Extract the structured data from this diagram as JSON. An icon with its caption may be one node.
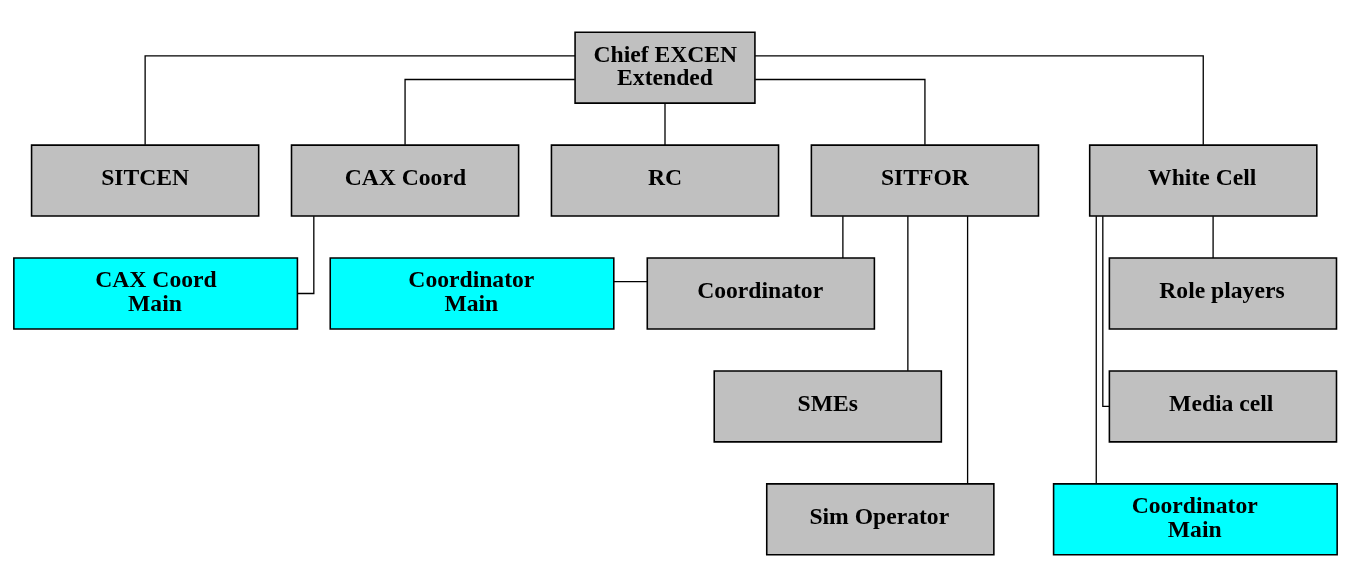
{
  "diagram": {
    "nodes": [
      {
        "text": [
          "Chief EXCEN Extended"
        ]
      },
      {
        "text": [
          "SITCEN"
        ]
      },
      {
        "text": [
          "CAX Coord"
        ]
      },
      {
        "text": [
          "RC"
        ]
      },
      {
        "text": [
          "SITFOR"
        ]
      },
      {
        "text": [
          "White Cell"
        ]
      },
      {
        "text": [
          "CAX Coord Main"
        ]
      },
      {
        "text": [
          "Coordinator Main"
        ]
      },
      {
        "text": [
          "Coordinator"
        ]
      },
      {
        "text": [
          "SMEs"
        ]
      },
      {
        "text": [
          "Sim Operator"
        ]
      },
      {
        "text": [
          "Role players"
        ]
      },
      {
        "text": [
          "Media cell"
        ]
      },
      {
        "text": [
          "Coordinator Main"
        ]
      }
    ],
    "edges": [
      {
        "from": 0,
        "to": 1,
        "arrow": "none"
      },
      {
        "from": 0,
        "to": 2,
        "arrow": "none"
      },
      {
        "from": 0,
        "to": 3,
        "arrow": "none"
      },
      {
        "from": 0,
        "to": 4,
        "arrow": "none"
      },
      {
        "from": 0,
        "to": 5,
        "arrow": "none"
      },
      {
        "from": 2,
        "to": 6,
        "arrow": "none"
      },
      {
        "from": 7,
        "to": 8,
        "arrow": "none"
      },
      {
        "from": 4,
        "to": 8,
        "arrow": "none"
      },
      {
        "from": 4,
        "to": 9,
        "arrow": "none"
      },
      {
        "from": 4,
        "to": 10,
        "arrow": "none"
      },
      {
        "from": 5,
        "to": 11,
        "arrow": "none"
      },
      {
        "from": 5,
        "to": 12,
        "arrow": "none"
      },
      {
        "from": 5,
        "to": 13,
        "arrow": "none"
      }
    ]
  }
}
